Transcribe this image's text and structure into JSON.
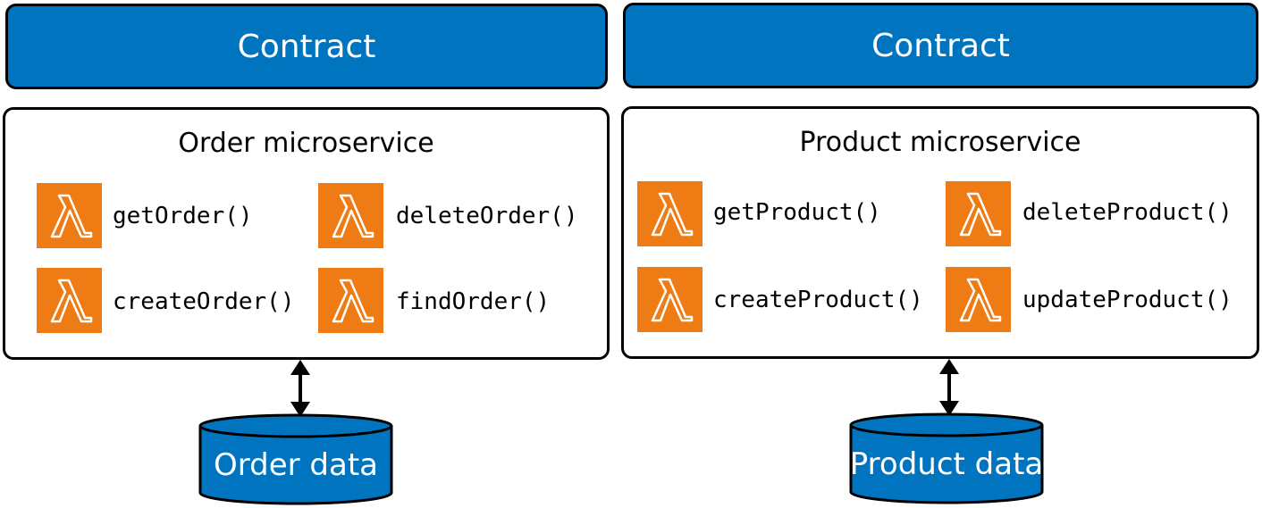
{
  "contracts": {
    "left": "Contract",
    "right": "Contract"
  },
  "order_service": {
    "title": "Order microservice",
    "functions": [
      "getOrder()",
      "deleteOrder()",
      "createOrder()",
      "findOrder()"
    ]
  },
  "product_service": {
    "title": "Product microservice",
    "functions": [
      "getProduct()",
      "deleteProduct()",
      "createProduct()",
      "updateProduct()"
    ]
  },
  "datastores": {
    "order": "Order data",
    "product": "Product data"
  },
  "icons": {
    "function": "lambda-icon",
    "arrow": "double-arrow-icon",
    "database": "database-cylinder-icon"
  },
  "colors": {
    "contract": "#0074bf",
    "database": "#0074bf",
    "lambda": "#ee7b13"
  }
}
